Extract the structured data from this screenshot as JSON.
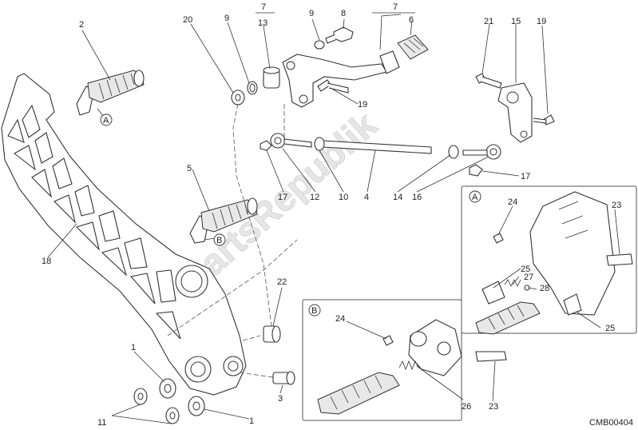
{
  "diagram_code": "CMB00404",
  "watermark": "PartsRepublik",
  "callouts": {
    "c1a": "1",
    "c1b": "1",
    "c2": "2",
    "c3": "3",
    "c4": "4",
    "c5": "5",
    "c6": "6",
    "c7a": "7",
    "c7b": "7",
    "c8": "8",
    "c9a": "9",
    "c9b": "9",
    "c10": "10",
    "c11": "11",
    "c12": "12",
    "c13": "13",
    "c14": "14",
    "c15": "15",
    "c16": "16",
    "c17a": "17",
    "c17b": "17",
    "c18": "18",
    "c19a": "19",
    "c19b": "19",
    "c20": "20",
    "c21": "21",
    "c22": "22",
    "c23a": "23",
    "c23b": "23",
    "c24a": "24",
    "c24b": "24",
    "c25a": "25",
    "c25b": "25",
    "c26": "26",
    "c27": "27",
    "c28": "28"
  },
  "ref_marks": {
    "a": "A",
    "b": "B"
  },
  "detail_views": {
    "a": "A",
    "b": "B"
  }
}
